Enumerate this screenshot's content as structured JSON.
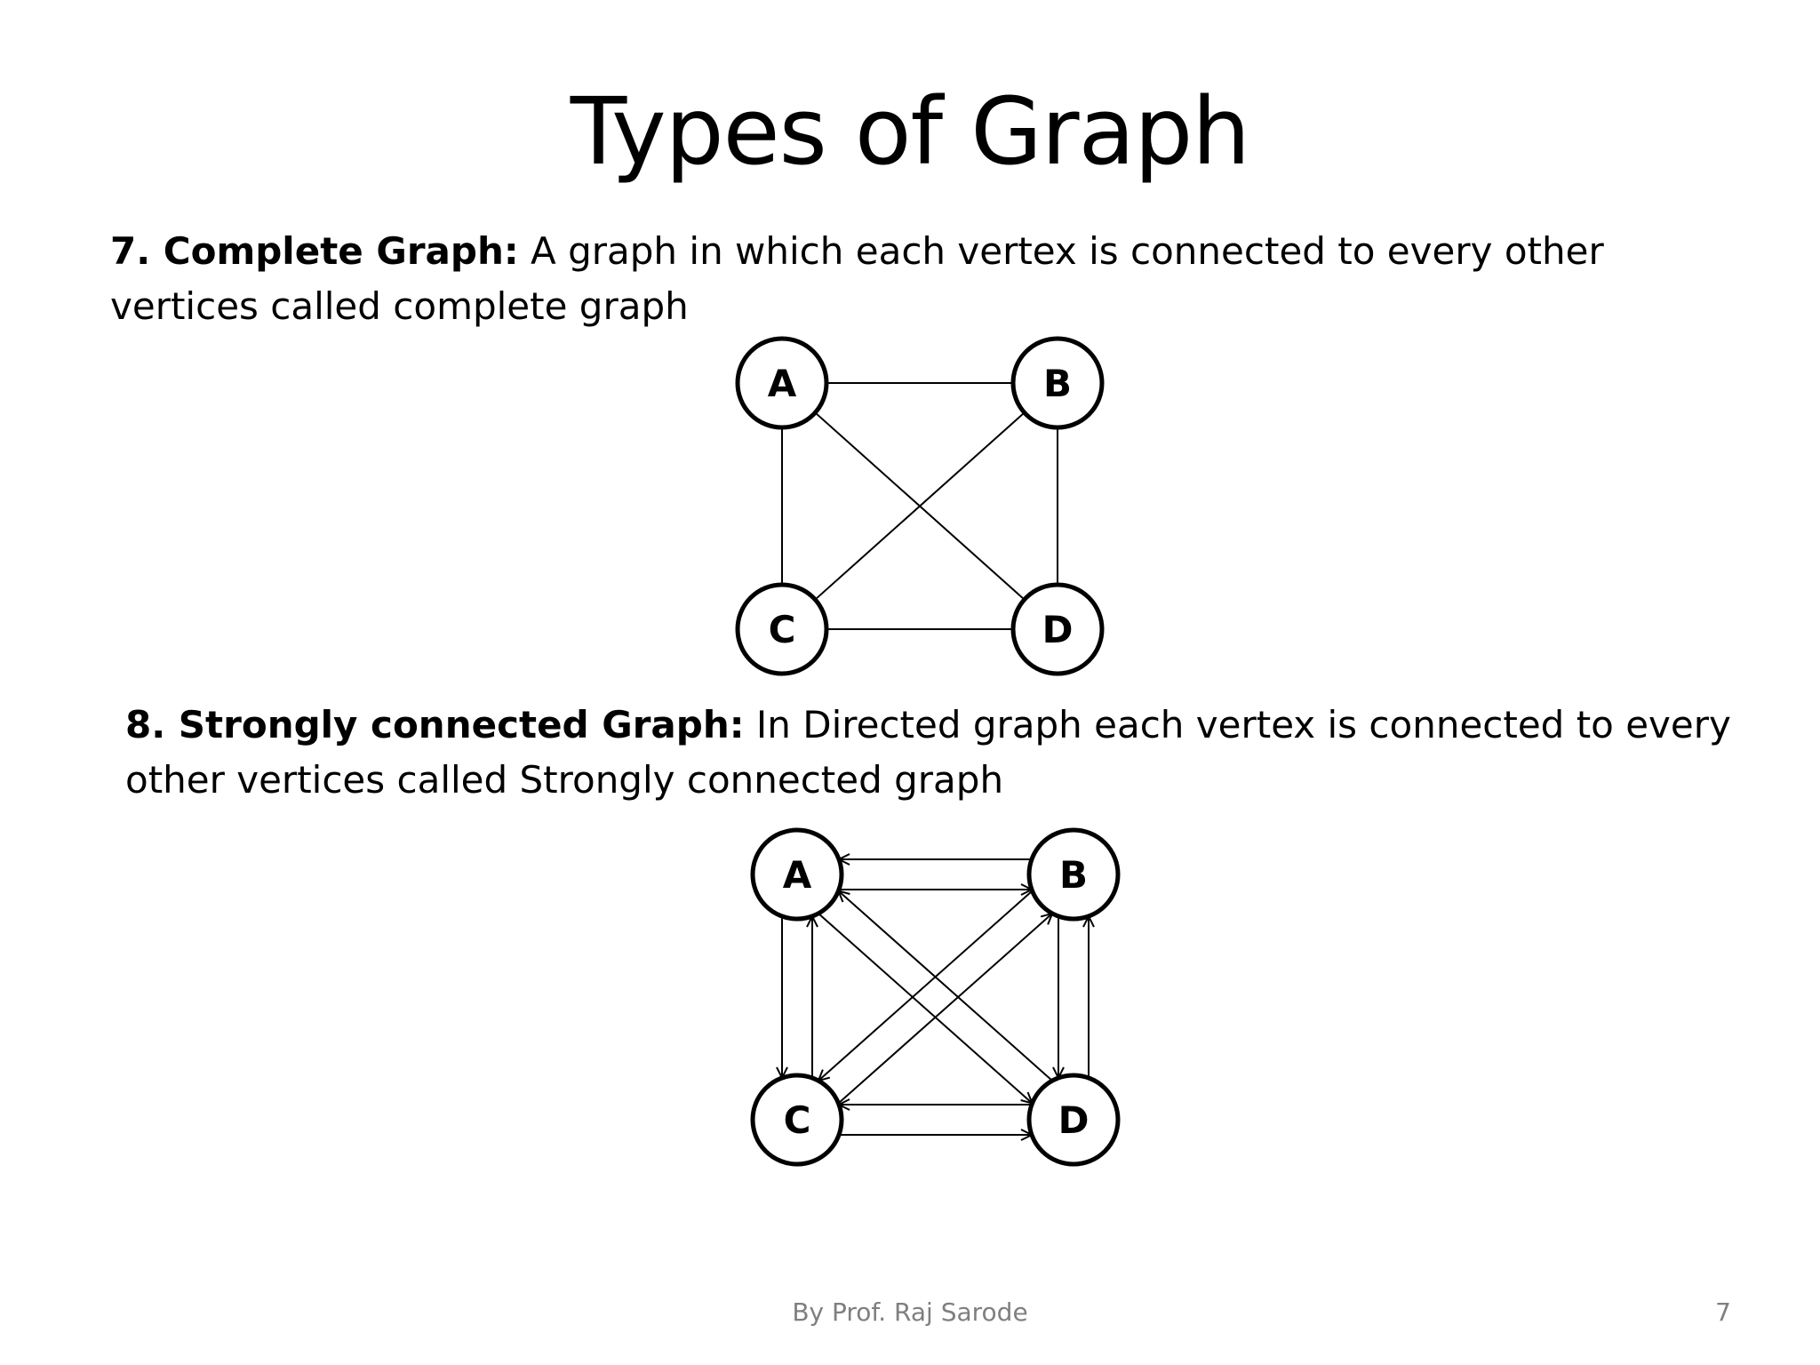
{
  "slide": {
    "title": "Types of Graph",
    "footer_author": "By Prof. Raj Sarode",
    "page_number": "7"
  },
  "sections": [
    {
      "label": "7. Complete Graph:",
      "text": " A graph in which each vertex  is connected to every other vertices called complete graph"
    },
    {
      "label": "8. Strongly connected Graph:",
      "text": "  In Directed graph each vertex  is connected to every other vertices called Strongly connected graph"
    }
  ],
  "complete_graph": {
    "vertices": [
      "A",
      "B",
      "C",
      "D"
    ],
    "edges": [
      [
        "A",
        "B"
      ],
      [
        "A",
        "C"
      ],
      [
        "A",
        "D"
      ],
      [
        "B",
        "C"
      ],
      [
        "B",
        "D"
      ],
      [
        "C",
        "D"
      ]
    ]
  },
  "strongly_connected_graph": {
    "vertices": [
      "A",
      "B",
      "C",
      "D"
    ],
    "arcs": [
      [
        "A",
        "B"
      ],
      [
        "B",
        "A"
      ],
      [
        "A",
        "C"
      ],
      [
        "C",
        "A"
      ],
      [
        "A",
        "D"
      ],
      [
        "D",
        "A"
      ],
      [
        "B",
        "C"
      ],
      [
        "C",
        "B"
      ],
      [
        "B",
        "D"
      ],
      [
        "D",
        "B"
      ],
      [
        "C",
        "D"
      ],
      [
        "D",
        "C"
      ]
    ]
  }
}
